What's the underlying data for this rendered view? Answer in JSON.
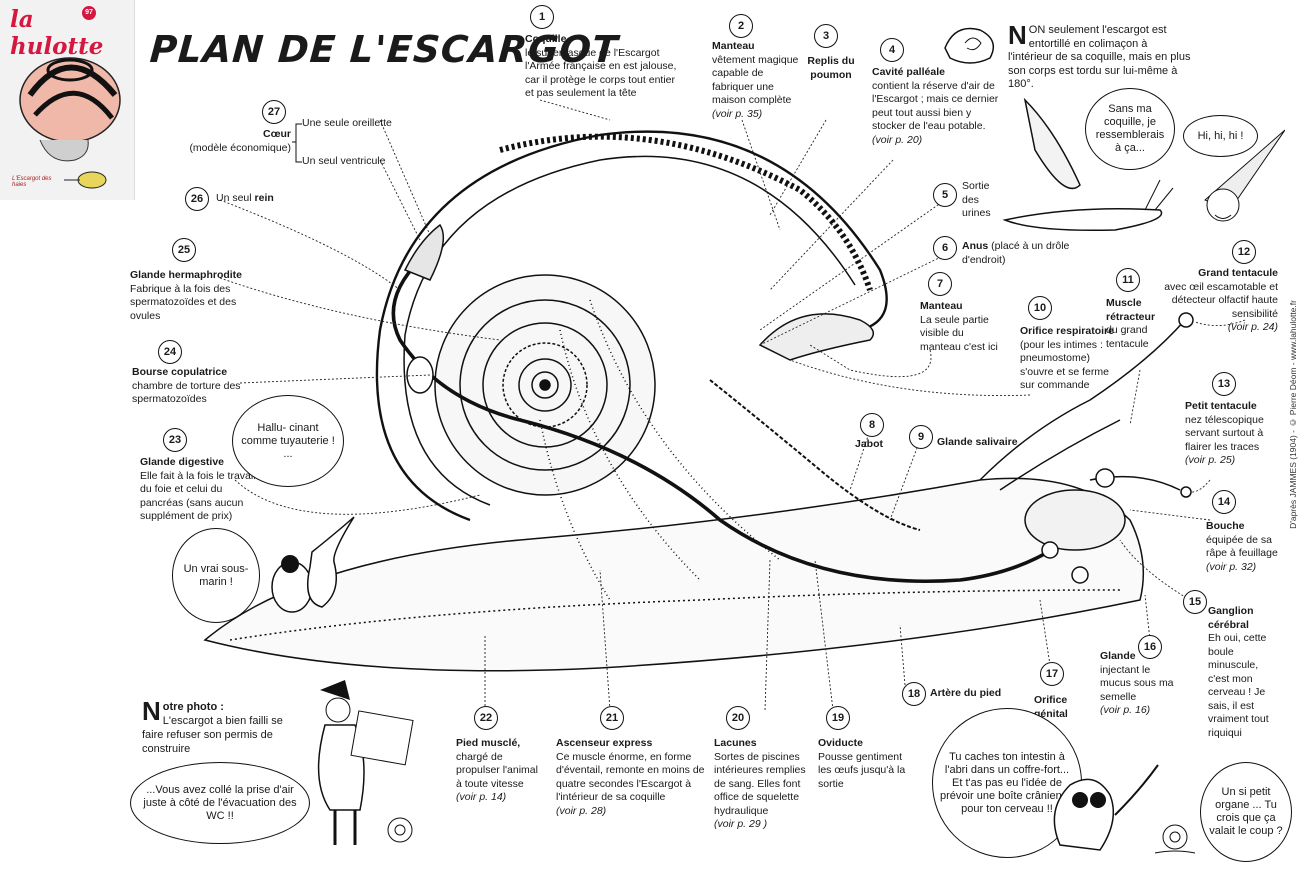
{
  "header": {
    "title": "PLAN DE L'ESCARGOT",
    "brand": "la hulotte",
    "issue": "97",
    "cover_caption": "L'Escargot des haies"
  },
  "credit": "D'après JAMMES (1904) - © Pierre Déom - www.lahulotte.fr",
  "intro": {
    "dropcap": "N",
    "text": "ON seulement l'escargot est entortillé en colimaçon à l'intérieur de sa coquille, mais en plus son corps est tordu sur lui-même à 180°."
  },
  "labels": [
    {
      "n": "1",
      "title": "Coquille",
      "desc": "le supercasque de l'Escargot l'Armée française en est jalouse, car il protège le corps tout entier et pas seulement la tête",
      "ref": ""
    },
    {
      "n": "2",
      "title": "Manteau",
      "desc": "vêtement magique capable de fabriquer une maison complète",
      "ref": "(voir p. 35)"
    },
    {
      "n": "3",
      "title": "Replis du poumon",
      "desc": "",
      "ref": ""
    },
    {
      "n": "4",
      "title": "Cavité palléale",
      "desc": "contient la réserve d'air de l'Escargot ; mais ce dernier peut tout aussi bien y stocker de l'eau potable.",
      "ref": "(voir p. 20)"
    },
    {
      "n": "5",
      "title": "",
      "desc": "Sortie des urines",
      "ref": ""
    },
    {
      "n": "6",
      "title": "Anus",
      "desc": "(placé à un drôle d'endroit)",
      "ref": ""
    },
    {
      "n": "7",
      "title": "Manteau",
      "desc": "La seule partie visible du manteau c'est ici",
      "ref": ""
    },
    {
      "n": "8",
      "title": "Jabot",
      "desc": "",
      "ref": ""
    },
    {
      "n": "9",
      "title": "Glande salivaire",
      "desc": "",
      "ref": ""
    },
    {
      "n": "10",
      "title": "Orifice respiratoire",
      "desc": "(pour les intimes : pneumostome) s'ouvre et se ferme sur commande",
      "ref": ""
    },
    {
      "n": "11",
      "title": "Muscle rétracteur",
      "desc": "du grand tentacule",
      "ref": ""
    },
    {
      "n": "12",
      "title": "Grand tentacule",
      "desc": "avec œil escamotable et détecteur olfactif haute sensibilité",
      "ref": "(voir p. 24)"
    },
    {
      "n": "13",
      "title": "Petit tentacule",
      "desc": "nez télescopique servant surtout à flairer les traces",
      "ref": "(voir p. 25)"
    },
    {
      "n": "14",
      "title": "Bouche",
      "desc": "équipée de sa râpe à feuillage",
      "ref": "(voir p. 32)"
    },
    {
      "n": "15",
      "title": "Ganglion cérébral",
      "desc": "Eh oui, cette boule minuscule, c'est mon cerveau ! Je sais, il est vraiment tout riquiqui",
      "ref": ""
    },
    {
      "n": "16",
      "title": "Glande",
      "desc": "injectant le mucus sous ma semelle",
      "ref": "(voir p. 16)"
    },
    {
      "n": "17",
      "title": "Orifice génital",
      "desc": "",
      "ref": ""
    },
    {
      "n": "18",
      "title": "Artère du pied",
      "desc": "",
      "ref": ""
    },
    {
      "n": "19",
      "title": "Oviducte",
      "desc": "Pousse gentiment les œufs jusqu'à la sortie",
      "ref": ""
    },
    {
      "n": "20",
      "title": "Lacunes",
      "desc": "Sortes de piscines intérieures remplies de sang. Elles font office de squelette hydraulique",
      "ref": "(voir p. 29 )"
    },
    {
      "n": "21",
      "title": "Ascenseur express",
      "desc": "Ce muscle énorme, en forme d'éventail, remonte en moins de quatre secondes l'Escargot à l'intérieur de sa coquille",
      "ref": "(voir p. 28)"
    },
    {
      "n": "22",
      "title": "Pied musclé,",
      "desc": "chargé de propulser l'animal à toute vitesse",
      "ref": "(voir p. 14)"
    },
    {
      "n": "23",
      "title": "Glande digestive",
      "desc": "Elle fait à la fois le travail du foie et celui du pancréas (sans aucun supplément de prix)",
      "ref": ""
    },
    {
      "n": "24",
      "title": "Bourse copulatrice",
      "desc": "chambre de torture des spermatozoïdes",
      "ref": ""
    },
    {
      "n": "25",
      "title": "Glande hermaphrodite",
      "desc": "Fabrique à la fois des spermatozoïdes et des ovules",
      "ref": ""
    },
    {
      "n": "26",
      "title": "rein",
      "desc": "Un seul",
      "ref": ""
    },
    {
      "n": "27",
      "title": "Cœur",
      "desc": "(modèle économique)",
      "ref": ""
    }
  ],
  "heart_parts": [
    "Une seule oreillette",
    "Un seul ventricule"
  ],
  "bubbles": [
    {
      "id": "shell",
      "text": "Sans ma coquille, je ressemblerais à ça..."
    },
    {
      "id": "hihi",
      "text": "Hi, hi, hi !"
    },
    {
      "id": "hallu",
      "text": "Hallu- cinant comme tuyauterie ! ..."
    },
    {
      "id": "sousmarin",
      "text": "Un vrai sous- marin !"
    },
    {
      "id": "wc",
      "text": "...Vous avez collé la prise d'air juste à côté de l'évacuation des WC !!"
    },
    {
      "id": "intestin",
      "text": "Tu caches ton intestin à l'abri dans un coffre-fort... Et t'as pas eu l'idée de prévoir une boîte crânienne pour ton cerveau !!"
    },
    {
      "id": "organe",
      "text": "Un si petit organe ... Tu crois que ça valait le coup ?"
    }
  ],
  "photo_note": {
    "dropcap": "N",
    "title": "otre photo :",
    "text": "L'escargot a bien failli se faire refuser son permis de construire"
  },
  "colors": {
    "brand": "#d4183f",
    "ink": "#111111",
    "shell_pink": "#f0b8a8"
  }
}
